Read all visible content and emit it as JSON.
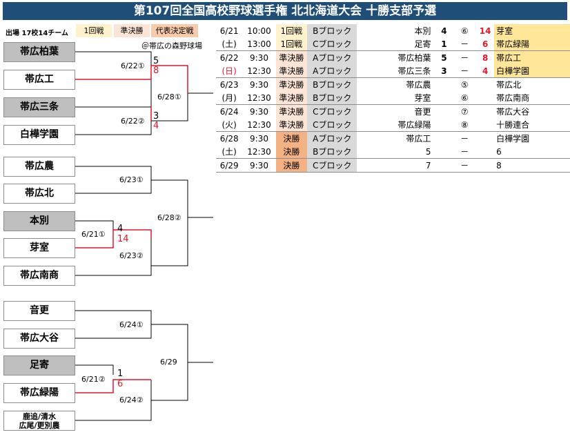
{
  "title": "第107回全国高校野球選手権 北北海道大会 十勝支部予選",
  "legend": {
    "entrants": "出場 17校14チーム",
    "chip_round1": "1回戦",
    "chip_semi": "準決勝",
    "chip_final": "代表決定戦"
  },
  "venue": "＠帯広の森野球場",
  "teams": [
    "帯広柏葉",
    "帯広工",
    "帯広三条",
    "白樺学園",
    "帯広農",
    "帯広北",
    "本別",
    "芽室",
    "帯広南商",
    "音更",
    "帯広大谷",
    "足寄",
    "帯広緑陽",
    "鹿追/清水\n広尾/更別農"
  ],
  "team_line1": "鹿追/清水",
  "team_line2": "広尾/更別農",
  "bracket": {
    "a1": "6/22①",
    "a1_top": "5",
    "a1_bot": "8",
    "a2": "6/22②",
    "a2_top": "3",
    "a2_bot": "4",
    "a3": "6/28①",
    "b1": "6/23①",
    "b0": "6/21①",
    "b0_top": "4",
    "b0_bot": "14",
    "b2": "6/23②",
    "b3": "6/28②",
    "c1": "6/24①",
    "c0": "6/21②",
    "c0_top": "1",
    "c0_bot": "6",
    "c2": "6/24②",
    "c3": "6/29"
  },
  "schedule": [
    {
      "date": "6/21",
      "time": "10:00",
      "round": "1回戦",
      "block": "Bブロック",
      "home": "本別",
      "hs": "4",
      "no": "⑥",
      "as": "14",
      "away": "芽室",
      "rc": "r1",
      "win": "away"
    },
    {
      "date": "(土)",
      "time": "13:00",
      "round": "1回戦",
      "block": "Cブロック",
      "home": "足寄",
      "hs": "1",
      "no": "－",
      "as": "6",
      "away": "帯広緑陽",
      "rc": "r1",
      "win": "away"
    },
    {
      "date": "6/22",
      "time": "9:30",
      "round": "準決勝",
      "block": "Aブロック",
      "home": "帯広柏葉",
      "hs": "5",
      "no": "－",
      "as": "8",
      "away": "帯広工",
      "rc": "rs",
      "win": "away"
    },
    {
      "date": "(日)",
      "time": "12:30",
      "round": "準決勝",
      "block": "Aブロック",
      "home": "帯広三条",
      "hs": "3",
      "no": "－",
      "as": "4",
      "away": "白樺学園",
      "rc": "rs",
      "win": "away",
      "datered": true
    },
    {
      "date": "6/23",
      "time": "9:30",
      "round": "準決勝",
      "block": "Bブロック",
      "home": "帯広農",
      "hs": "",
      "no": "⑤",
      "as": "",
      "away": "帯広北",
      "rc": "rs"
    },
    {
      "date": "(月)",
      "time": "12:30",
      "round": "準決勝",
      "block": "Bブロック",
      "home": "芽室",
      "hs": "",
      "no": "⑥",
      "as": "",
      "away": "帯広南商",
      "rc": "rs"
    },
    {
      "date": "6/24",
      "time": "9:30",
      "round": "準決勝",
      "block": "Cブロック",
      "home": "音更",
      "hs": "",
      "no": "⑦",
      "as": "",
      "away": "帯広大谷",
      "rc": "rs"
    },
    {
      "date": "(火)",
      "time": "12:30",
      "round": "準決勝",
      "block": "Cブロック",
      "home": "帯広緑陽",
      "hs": "",
      "no": "⑧",
      "as": "",
      "away": "十勝連合",
      "rc": "rs"
    },
    {
      "date": "6/28",
      "time": "9:30",
      "round": "決勝",
      "block": "Aブロック",
      "home": "帯広工",
      "hs": "",
      "no": "－",
      "as": "",
      "away": "白樺学園",
      "rc": "rf"
    },
    {
      "date": "(土)",
      "time": "12:30",
      "round": "決勝",
      "block": "Bブロック",
      "home": "5",
      "hs": "",
      "no": "－",
      "as": "",
      "away": "6",
      "rc": "rf"
    },
    {
      "date": "6/29",
      "time": "9:30",
      "round": "決勝",
      "block": "Cブロック",
      "home": "7",
      "hs": "",
      "no": "－",
      "as": "",
      "away": "8",
      "rc": "rf"
    }
  ]
}
